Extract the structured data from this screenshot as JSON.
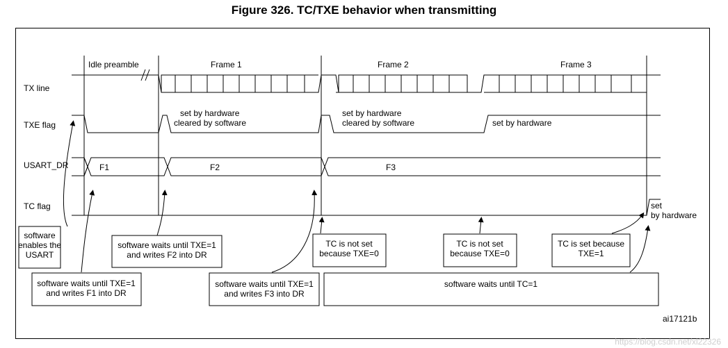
{
  "title": "Figure 326. TC/TXE behavior when transmitting",
  "signals": {
    "tx_line": "TX line",
    "txe_flag": "TXE flag",
    "usart_dr": "USART_DR",
    "tc_flag": "TC flag"
  },
  "frames": {
    "idle": "Idle preamble",
    "frame1": "Frame 1",
    "frame2": "Frame 2",
    "frame3": "Frame 3"
  },
  "data_regs": {
    "f1": "F1",
    "f2": "F2",
    "f3": "F3"
  },
  "txe_notes": {
    "n1_line1": "set by hardware",
    "n1_line2": "cleared by software",
    "n2_line1": "set by hardware",
    "n2_line2": "cleared by software",
    "n3": "set by hardware"
  },
  "tc_note": {
    "line1": "set",
    "line2": "by hardware"
  },
  "boxes": {
    "enable": [
      "software",
      "enables the",
      "USART"
    ],
    "wait_f1": [
      "software waits until TXE=1",
      "and writes F1 into DR"
    ],
    "wait_f2": [
      "software waits until TXE=1",
      "and writes F2 into DR"
    ],
    "wait_f3": [
      "software waits until TXE=1",
      "and writes F3 into DR"
    ],
    "tc_not_set_1": [
      "TC is not set",
      "because TXE=0"
    ],
    "tc_not_set_2": [
      "TC is not set",
      "because TXE=0"
    ],
    "tc_set": [
      "TC is  set because",
      "TXE=1"
    ],
    "wait_tc": "software waits until TC=1"
  },
  "figure_id": "ai17121b",
  "watermark": "https://blog.csdn.net/xl22326"
}
